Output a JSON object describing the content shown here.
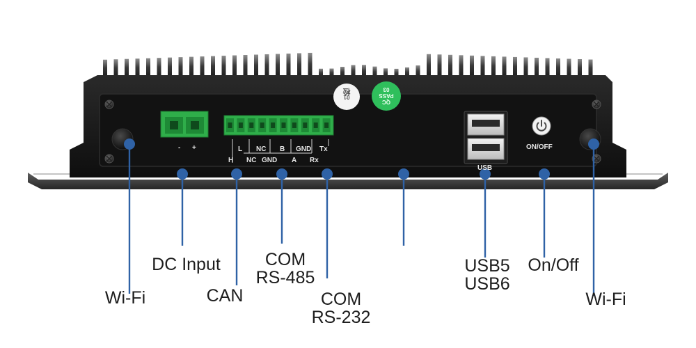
{
  "device": {
    "body_color": "#161616",
    "panel_color": "#121212",
    "terminal_color": "#2fae4a",
    "stickers": {
      "white": [
        "01",
        "检"
      ],
      "green": [
        "QC",
        "PASS",
        "03"
      ]
    },
    "port_text": {
      "dc_polarity": [
        "-",
        "+"
      ],
      "terminal_top": [
        "L",
        "NC",
        "B",
        "GND",
        "Tx"
      ],
      "terminal_bottom": [
        "H",
        "NC",
        "GND",
        "A",
        "Rx"
      ],
      "usb": "USB",
      "power": "ON/OFF"
    }
  },
  "callouts": {
    "line_color": "#2f62a6",
    "items": [
      {
        "key": "wifi_left",
        "lines": [
          "Wi-Fi"
        ]
      },
      {
        "key": "dc_input",
        "lines": [
          "DC Input"
        ]
      },
      {
        "key": "can",
        "lines": [
          "CAN"
        ]
      },
      {
        "key": "com_rs485",
        "lines": [
          "COM",
          "RS-485"
        ]
      },
      {
        "key": "com_rs232",
        "lines": [
          "COM",
          "RS-232"
        ]
      },
      {
        "key": "unlabeled",
        "lines": []
      },
      {
        "key": "usb56",
        "lines": [
          "USB5",
          "USB6"
        ]
      },
      {
        "key": "on_off",
        "lines": [
          "On/Off"
        ]
      },
      {
        "key": "wifi_right",
        "lines": [
          "Wi-Fi"
        ]
      }
    ]
  }
}
